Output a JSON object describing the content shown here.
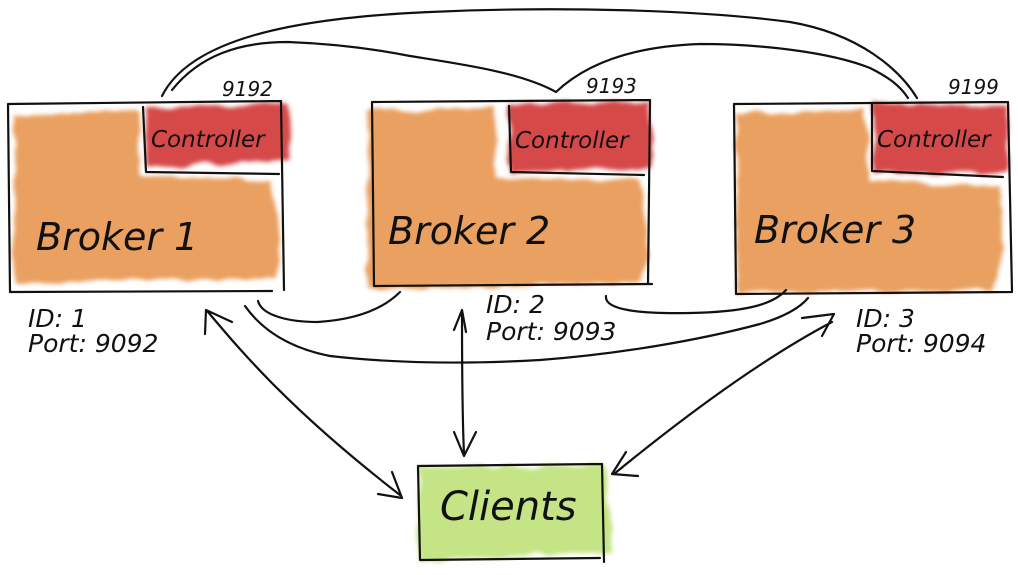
{
  "colors": {
    "broker_fill": "#e9a060",
    "controller_fill": "#d64a4a",
    "clients_fill": "#c4e486",
    "ink": "#111111"
  },
  "brokers": [
    {
      "label": "Broker 1",
      "controller_label": "Controller",
      "controller_port": "9192",
      "id_text": "ID: 1",
      "port_text": "Port: 9092"
    },
    {
      "label": "Broker 2",
      "controller_label": "Controller",
      "controller_port": "9193",
      "id_text": "ID: 2",
      "port_text": "Port: 9093"
    },
    {
      "label": "Broker 3",
      "controller_label": "Controller",
      "controller_port": "9199",
      "id_text": "ID: 3",
      "port_text": "Port: 9094"
    }
  ],
  "clients": {
    "label": "Clients"
  }
}
